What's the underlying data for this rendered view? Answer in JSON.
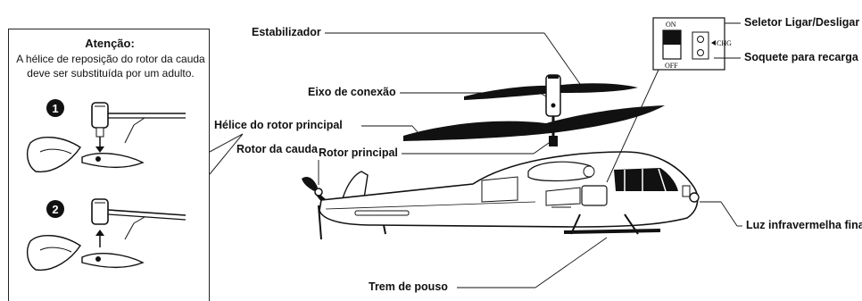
{
  "note": {
    "title": "Atenção:",
    "text": "A hélice de reposição do rotor da cauda deve ser substituída por um adulto.",
    "step1": "1",
    "step2": "2"
  },
  "labels": {
    "estabilizador": "Estabilizador",
    "eixo": "Eixo de conexão",
    "helice_rotor_principal": "Hélice do rotor principal",
    "rotor_cauda": "Rotor da cauda",
    "rotor_principal": "Rotor principal",
    "seletor": "Seletor Ligar/Desligar",
    "soquete": "Soquete para recarga",
    "luz": "Luz infravermelha fina",
    "trem": "Trem de pouso"
  },
  "switch_panel": {
    "on": "ON",
    "off": "OFF",
    "chg": "CHG"
  }
}
